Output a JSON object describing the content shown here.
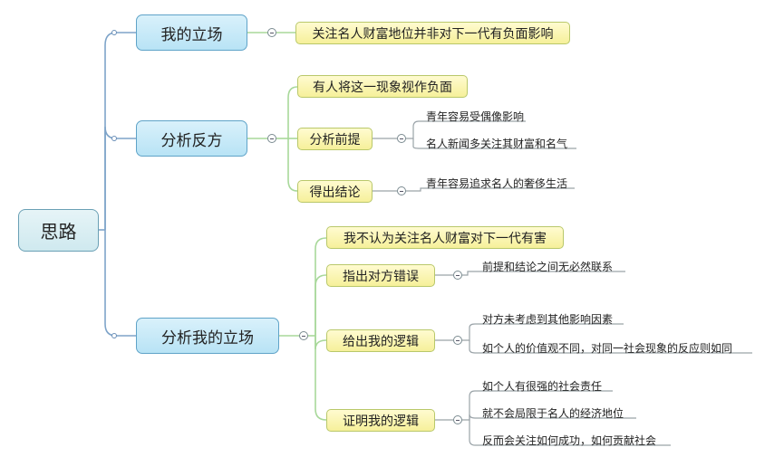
{
  "root": {
    "label": "思路"
  },
  "branches": {
    "stance": {
      "label": "我的立场",
      "children": [
        {
          "label": "关注名人财富地位并非对下一代有负面影响"
        }
      ]
    },
    "analyze_opponent": {
      "label": "分析反方",
      "children": [
        {
          "label": "有人将这一现象视作负面"
        },
        {
          "label": "分析前提",
          "details": [
            "青年容易受偶像影响",
            "名人新闻多关注其财富和名气"
          ]
        },
        {
          "label": "得出结论",
          "details": [
            "青年容易追求名人的奢侈生活"
          ]
        }
      ]
    },
    "analyze_mine": {
      "label": "分析我的立场",
      "children": [
        {
          "label": "我不认为关注名人财富对下一代有害"
        },
        {
          "label": "指出对方错误",
          "details": [
            "前提和结论之间无必然联系"
          ]
        },
        {
          "label": "给出我的逻辑",
          "details": [
            "对方未考虑到其他影响因素",
            "如个人的价值观不同，对同一社会现象的反应则如同"
          ]
        },
        {
          "label": "证明我的逻辑",
          "details": [
            "如个人有很强的社会责任",
            "就不会局限于名人的经济地位",
            "反而会关注如何成功，如何贡献社会"
          ]
        }
      ]
    }
  }
}
